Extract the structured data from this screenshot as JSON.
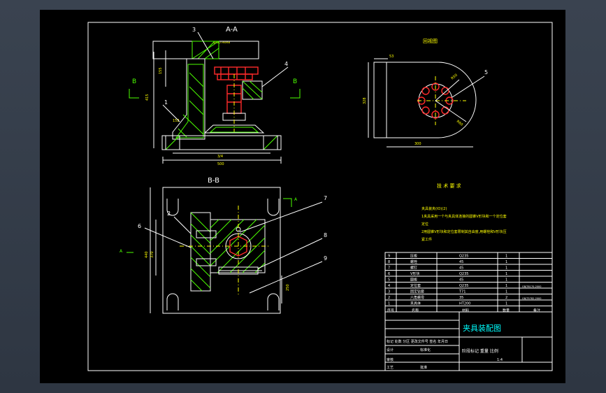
{
  "views": {
    "section_aa": "A-A",
    "section_bb": "B-B",
    "view_bottom_right": "回视图",
    "marker_b_left": "B",
    "marker_b_right": "B",
    "marker_a_top": "A",
    "marker_a_left": "A"
  },
  "dimensions": {
    "d155": "155",
    "d415": "415",
    "d152": "152",
    "d3d": "3/4",
    "d500": "500",
    "d53": "53",
    "d328": "328",
    "d300": "300",
    "d9_50": "R50",
    "d9_60": "R60",
    "d370": "370",
    "d440": "440",
    "d250": "250",
    "top_label": "φ40D H9/e8"
  },
  "balloons": [
    "1",
    "2",
    "3",
    "4",
    "5",
    "6",
    "7",
    "8",
    "9"
  ],
  "tech_requirements": {
    "title": "技 术 要 求",
    "lines": [
      "夹具装夹(IO)(2)",
      "1夹具采用一个与夹具体连接的圆锥V形块和一个定位套",
      "定位",
      "2用圆锥V形块和定位套限制其自由度,用螺栓和V形块压",
      "紧工件"
    ]
  },
  "bom": {
    "rows": [
      {
        "no": "9",
        "name": "压板",
        "material": "Q235",
        "qty": "1"
      },
      {
        "no": "8",
        "name": "螺栓",
        "material": "45",
        "qty": "1"
      },
      {
        "no": "7",
        "name": "螺钉",
        "material": "45",
        "qty": "1"
      },
      {
        "no": "6",
        "name": "V形块",
        "material": "Q235",
        "qty": "1"
      },
      {
        "no": "5",
        "name": "圆板",
        "material": "45",
        "qty": "1"
      },
      {
        "no": "4",
        "name": "定位套",
        "material": "Q235",
        "qty": "1"
      },
      {
        "no": "3",
        "name": "固定钻套",
        "material": "T71",
        "qty": "1"
      },
      {
        "no": "2",
        "name": "六角螺母",
        "material": "35",
        "qty": "2"
      },
      {
        "no": "1",
        "name": "夹具体",
        "material": "HT200",
        "qty": "1"
      }
    ],
    "header": {
      "no": "序号",
      "name": "名称",
      "material": "材料",
      "qty": "数量",
      "remark": "备注"
    },
    "side_note_1": "GB/T6170-2000",
    "side_note_2": "GB/T5782-2000"
  },
  "title_block": {
    "drawing_title": "夹具装配图",
    "row_labels": "标记 处数 分区 更改文件号 签名 年月日",
    "design_label": "设计",
    "standard_label": "标准化",
    "stage_labels": "阶段标记 重量 比例",
    "scale_value": "1:4",
    "review_label": "审核",
    "craft_label": "工艺",
    "approve_label": "批准"
  },
  "colors": {
    "background": "#000000",
    "lines": "#ffffff",
    "hatch": "#4cff00",
    "red": "#ff2a2a",
    "text": "#ffff00"
  }
}
